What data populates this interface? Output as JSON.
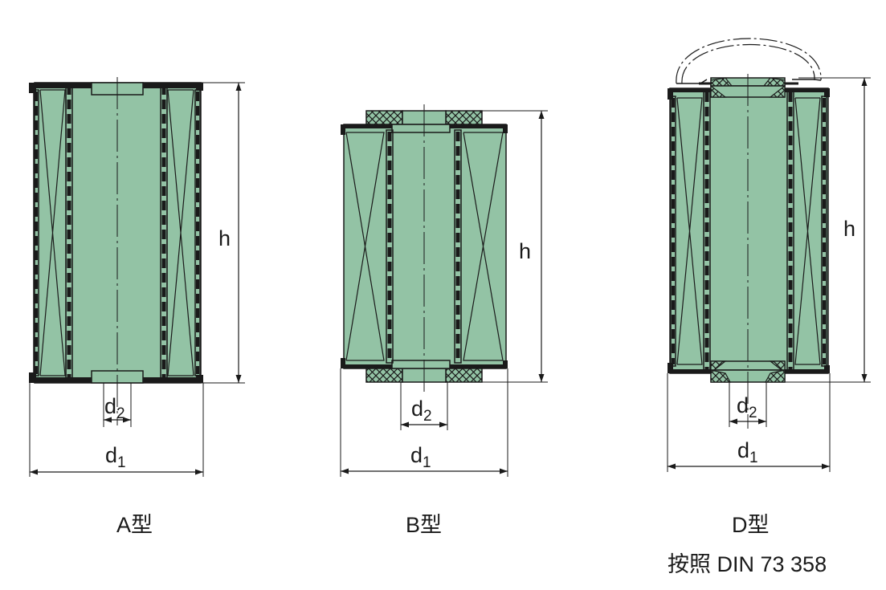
{
  "dimensions": {
    "height": "h",
    "d": "d",
    "sub1": "1",
    "sub2": "2"
  },
  "types": {
    "a": {
      "caption": "A型"
    },
    "b": {
      "caption": "B型"
    },
    "d": {
      "caption": "D型",
      "note": "按照 DIN 73 358"
    }
  },
  "colors": {
    "fill": "#93c3a5",
    "line": "#1a1a1a",
    "seal": "#93c3a5"
  },
  "icons": [
    "cross-hatch-seal",
    "perforated-tube"
  ]
}
